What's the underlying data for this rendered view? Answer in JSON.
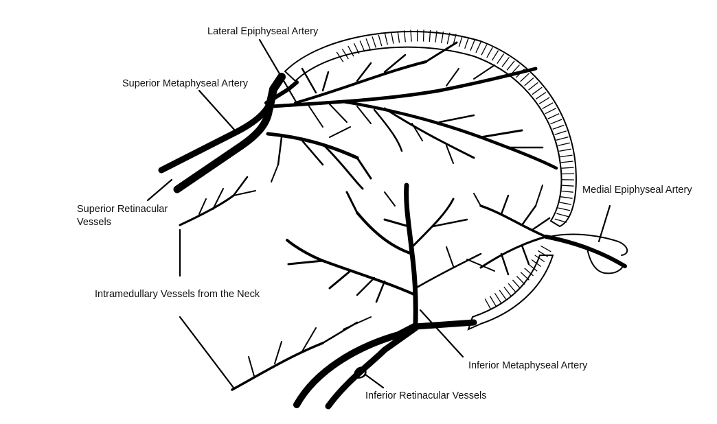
{
  "labels": {
    "lateral_epiphyseal_artery": "Lateral Epiphyseal Artery",
    "superior_metaphyseal_artery": "Superior Metaphyseal Artery",
    "superior_retinacular_vessels_line1": "Superior Retinacular",
    "superior_retinacular_vessels_line2": "Vessels",
    "intramedullary_vessels_from_the_neck": "Intramedullary Vessels from the Neck",
    "medial_epiphyseal_artery": "Medial Epiphyseal Artery",
    "inferior_metaphyseal_artery": "Inferior Metaphyseal Artery",
    "inferior_retinacular_vessels": "Inferior Retinacular Vessels"
  },
  "colors": {
    "ink": "#000000",
    "background": "#ffffff"
  }
}
